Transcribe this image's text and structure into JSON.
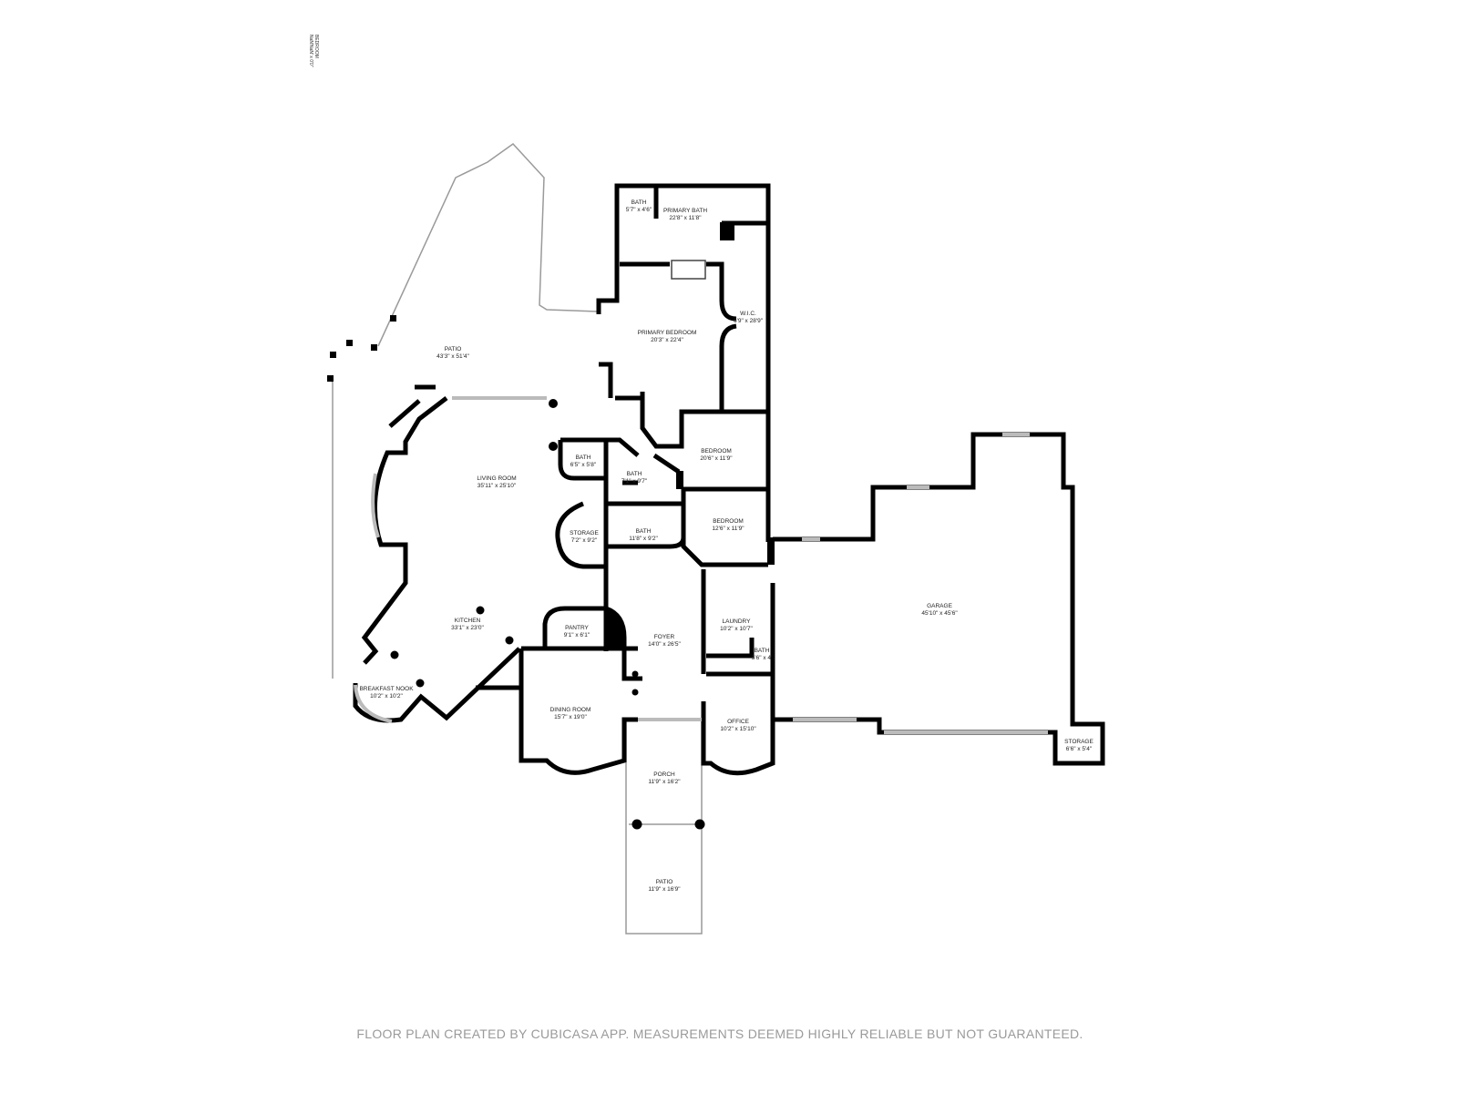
{
  "rooms": [
    {
      "name": "BATH",
      "size": "5'7\" x 4'6\""
    },
    {
      "name": "PRIMARY BATH",
      "size": "22'8\" x 11'8\""
    },
    {
      "name": "W.I.C.",
      "size": "6'9\" x 28'9\""
    },
    {
      "name": "PRIMARY BEDROOM",
      "size": "20'3\" x 22'4\""
    },
    {
      "name": "PATIO",
      "size": "43'3\" x 51'4\""
    },
    {
      "name": "LIVING ROOM",
      "size": "35'11\" x 25'10\""
    },
    {
      "name": "BATH",
      "size": "6'5\" x 5'8\""
    },
    {
      "name": "BATH",
      "size": "7'1\" x 9'7\""
    },
    {
      "name": "BEDROOM",
      "size": "20'6\" x 11'9\""
    },
    {
      "name": "STORAGE",
      "size": "7'2\" x 9'2\""
    },
    {
      "name": "BATH",
      "size": "11'8\" x 9'2\""
    },
    {
      "name": "BEDROOM",
      "size": "12'6\" x 11'9\""
    },
    {
      "name": "GARAGE",
      "size": "45'10\" x 45'6\""
    },
    {
      "name": "KITCHEN",
      "size": "33'1\" x 23'0\""
    },
    {
      "name": "PANTRY",
      "size": "9'1\" x 6'1\""
    },
    {
      "name": "FOYER",
      "size": "14'0\" x 26'5\""
    },
    {
      "name": "LAUNDRY",
      "size": "10'2\" x 10'7\""
    },
    {
      "name": "BATH",
      "size": "5'6\" x 4'"
    },
    {
      "name": "BREAKFAST NOOK",
      "size": "10'2\" x 10'2\""
    },
    {
      "name": "DINING ROOM",
      "size": "15'7\" x 19'0\""
    },
    {
      "name": "OFFICE",
      "size": "10'2\" x 15'10\""
    },
    {
      "name": "STORAGE",
      "size": "6'6\" x 5'4\""
    },
    {
      "name": "PORCH",
      "size": "11'9\" x 16'2\""
    },
    {
      "name": "PATIO",
      "size": "11'9\" x 16'9\""
    }
  ],
  "offplan": {
    "name": "BEDROOM",
    "size": "NaN'NaN' x 0'0\""
  },
  "footer": "FLOOR PLAN CREATED BY CUBICASA APP. MEASUREMENTS DEEMED HIGHLY RELIABLE BUT NOT GUARANTEED."
}
